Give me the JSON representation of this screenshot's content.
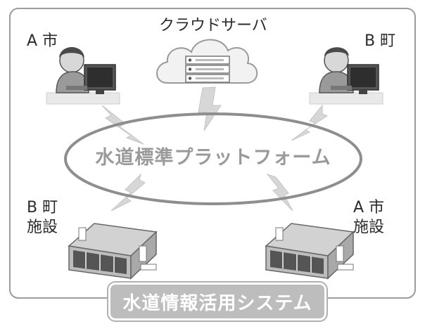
{
  "diagram": {
    "labels": {
      "city_a": "A 市",
      "town_b": "B 町",
      "cloud_server": "クラウドサーバ",
      "town_b_facility": "B 町\n施設",
      "city_a_facility": "A 市\n施設"
    },
    "platform_label": "水道標準プラットフォーム",
    "system_title": "水道情報活用システム"
  }
}
